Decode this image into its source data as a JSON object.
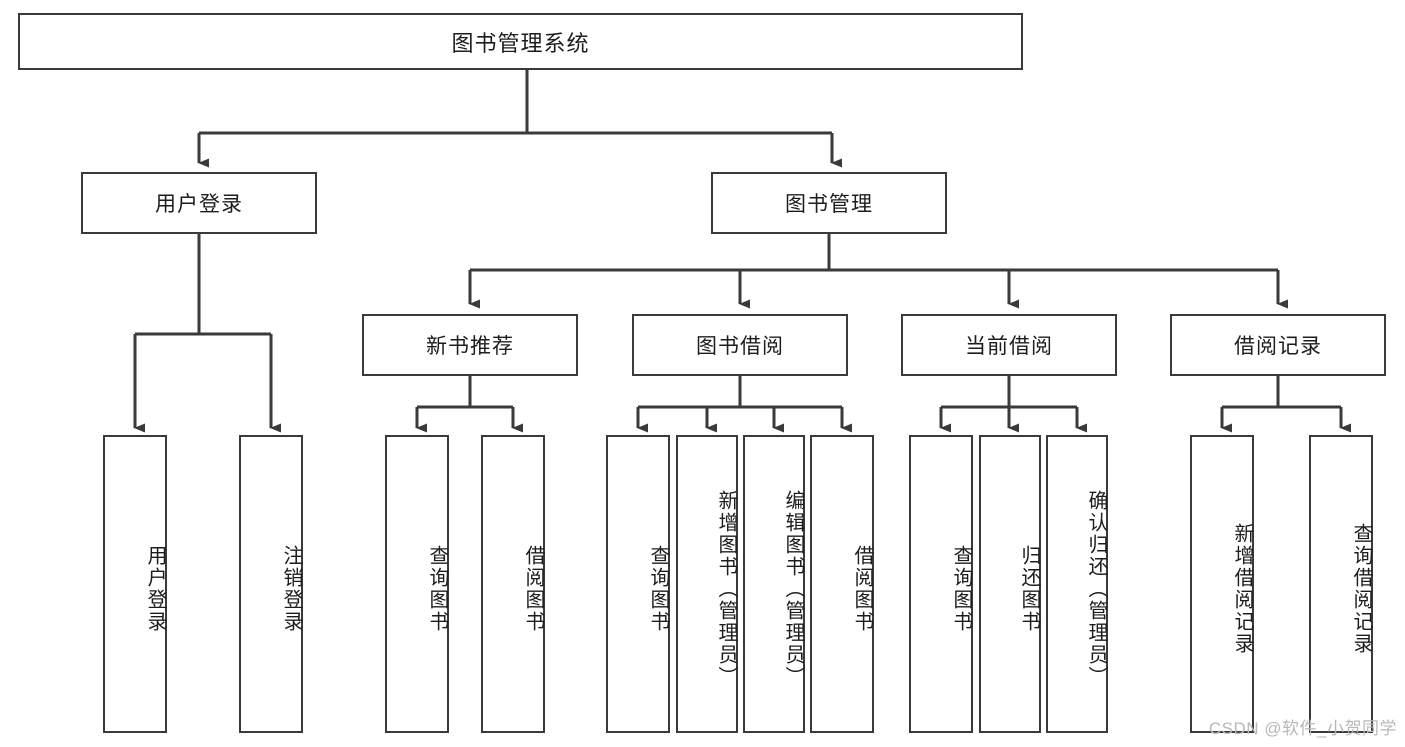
{
  "diagram": {
    "title": "图书管理系统",
    "type": "tree",
    "stroke_color": "#3a3a3a",
    "background_color": "#ffffff",
    "text_color": "#1d1d1d",
    "watermark": "CSDN @软件_小贺同学",
    "levels": {
      "root": "图书管理系统",
      "level2": [
        "用户登录",
        "图书管理"
      ],
      "level3": [
        "新书推荐",
        "图书借阅",
        "当前借阅",
        "借阅记录"
      ],
      "leaves": [
        "用户登录",
        "注销登录",
        "查询图书",
        "借阅图书",
        "查询图书",
        "新增图书（管理员）",
        "编辑图书（管理员）",
        "借阅图书",
        "查询图书",
        "归还图书",
        "确认归还（管理员）",
        "新增借阅记录",
        "查询借阅记录"
      ]
    },
    "nodes": {
      "root": {
        "label": "图书管理系统"
      },
      "user_login": {
        "label": "用户登录"
      },
      "book_manage": {
        "label": "图书管理"
      },
      "new_book_rec": {
        "label": "新书推荐"
      },
      "book_borrow": {
        "label": "图书借阅"
      },
      "current_borrow": {
        "label": "当前借阅"
      },
      "borrow_record": {
        "label": "借阅记录"
      },
      "leaf_user_login": {
        "label": "用户登录"
      },
      "leaf_logout": {
        "label": "注销登录"
      },
      "leaf_query_book_1": {
        "label": "查询图书"
      },
      "leaf_borrow_book_1": {
        "label": "借阅图书"
      },
      "leaf_query_book_2": {
        "label": "查询图书"
      },
      "leaf_add_book": {
        "label": "新增图书（管理员）"
      },
      "leaf_edit_book": {
        "label": "编辑图书（管理员）"
      },
      "leaf_borrow_book_2": {
        "label": "借阅图书"
      },
      "leaf_query_book_3": {
        "label": "查询图书"
      },
      "leaf_return_book": {
        "label": "归还图书"
      },
      "leaf_confirm_return": {
        "label": "确认归还（管理员）"
      },
      "leaf_add_record": {
        "label": "新增借阅记录"
      },
      "leaf_query_record": {
        "label": "查询借阅记录"
      }
    }
  }
}
